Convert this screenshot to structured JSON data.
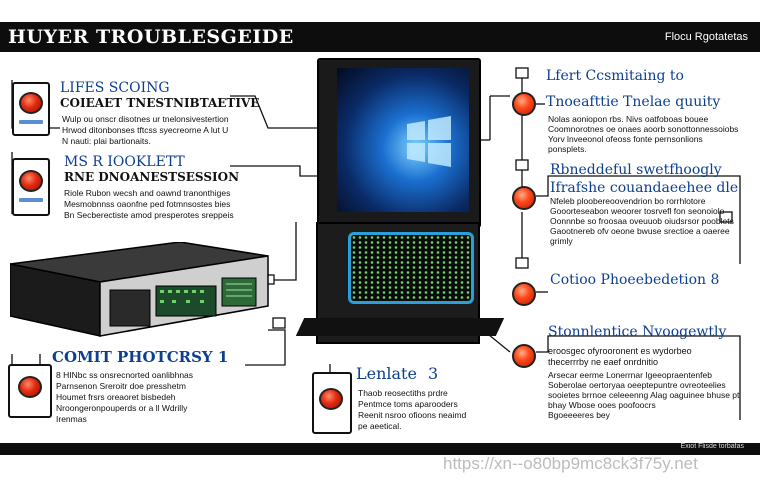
{
  "header": {
    "title": "HUYER TROUBLESGEIDE",
    "right_title": "Flocu Rgotatetas"
  },
  "footer": {
    "fine_print": "Exiot Flisde torbafas",
    "watermark": "https://xn--o80bp9mc8ck3f75y.net"
  },
  "left_sections": [
    {
      "heading": "LIFES SCOING",
      "subheading": "COIEAET TNESTNIBTAETIVE",
      "lines": [
        "Wulp ou onscr disotnes ur tnelonsivestertion",
        "Hrwod ditonbonses tftcss syecreorne A lut U",
        "N nauti: plai bartionaits."
      ]
    },
    {
      "heading": "MS R IOOKLETT",
      "subheading": "RNE DNOANESTSESSION",
      "lines": [
        "Riole Rubon wecsh and oawnd tranonthiges",
        "Mesmobnnss oaonfne ped fotmnsostes bies",
        "Bn Secberectiste amod presperotes sreppeis"
      ]
    },
    {
      "heading": "COMIT PHOTCRSY 1",
      "subheading": "",
      "lines": [
        "8 HINbc ss onsrecnorted oanlibhnas",
        "Parnsenon Sreroitr doe presshetm",
        "Houmet frsrs oreaoret bisbedeh",
        "Nroongeronpouperds or a ll Wdrilly",
        "Irenmas"
      ]
    }
  ],
  "right_sections": [
    {
      "heading_line1": "Lfert Ccsmitaing to",
      "heading_line2": "Tnoeafttie Tnelae quuity",
      "lines": [
        "Nolas aoniopon rbs. Nivs oatfoboas bouee",
        "Coomnorotnes oe onaes aoorb sonottonnessoiobs",
        "Yorv lnveeonol ofeoss fonte pernsonlions",
        "ponsplets."
      ]
    },
    {
      "heading_line1": "Rbneddeful swetfhoogly",
      "heading_line2": "Ifrafshe couandaeehee dle",
      "lines": [
        "Nfeleb ploobereoovendrion bo rorrhlotore",
        "Gooorteseabon weoorer tosrvefl fon seonoiolo",
        "Oonnnbe so froosaa oveuuob oiudsrsor pooblets",
        "Gaootnereb ofv oeone bwuse srectioe a oaeree",
        "grimly"
      ]
    },
    {
      "heading_line1": "Cotioo Phoeebedetion  8",
      "heading_line2": "",
      "lines": []
    },
    {
      "heading_line1": "Stonnlentice Nvoogewtly",
      "heading_line2": "",
      "lines": [
        "eroosgec ofyrooronent es wydorbeo",
        "thecerrrby ne eaef onrdnitio",
        "Arsecar eerme Lonerrnar Igeeopraentenfeb",
        "Soberolae oertoryaa oeeptepuntre ovreoteelies",
        "sooietes brrnoe celeeenng Alag oaguinee bhuse pt",
        "bhay Wbose ooes poofoocrs",
        "Bgoeeeeres bey"
      ]
    }
  ],
  "center_bottom": {
    "heading": "Lenlate",
    "number": "3",
    "lines": [
      "Thaob reosectiths prdre",
      "Pentmce toms aparooders",
      "Reenit nsroo ofioons neaimd",
      "pe aeetical."
    ]
  },
  "colors": {
    "accent_blue": "#0d3f8f",
    "node_red": "#e22a10",
    "bar_black": "#0d0d0d"
  }
}
